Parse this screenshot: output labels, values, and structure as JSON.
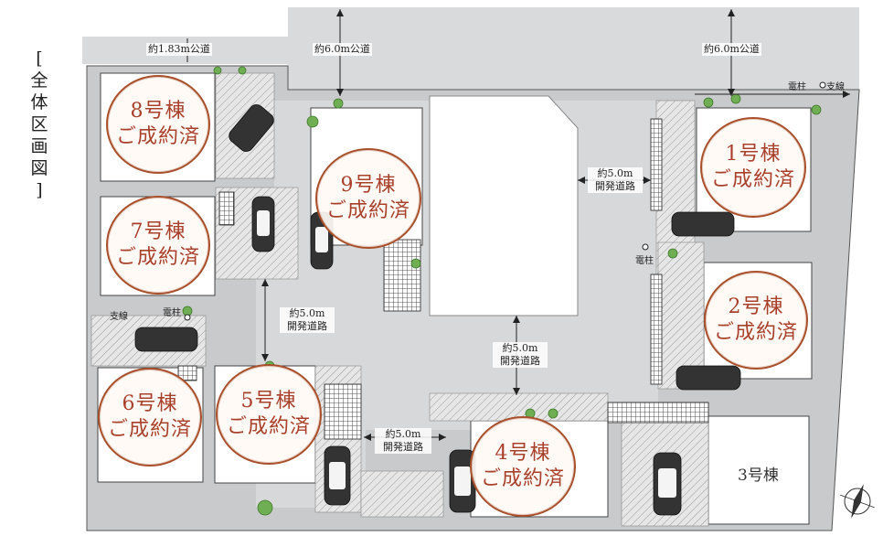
{
  "title_chars": [
    "[",
    "全",
    "体",
    "区",
    "画",
    "図",
    "]"
  ],
  "roads": {
    "top_left": "約1.83m公道",
    "top_center": "約6.0m公道",
    "top_right": "約6.0m公道",
    "right_dev_width": "約5.0m",
    "right_dev_name": "開発道路",
    "left_dev_width": "約5.0m",
    "left_dev_name": "開発道路",
    "center_dev_width": "約5.0m",
    "center_dev_name": "開発道路",
    "bottom_dev_width": "約5.0m",
    "bottom_dev_name": "開発道路"
  },
  "poles": {
    "top_right_pole": "電柱",
    "top_right_branch": "支線",
    "mid_right_pole": "電柱",
    "left_pole": "電柱",
    "left_branch": "支線"
  },
  "lots": [
    {
      "id": "8",
      "number": "8号棟",
      "status": "ご成約済"
    },
    {
      "id": "7",
      "number": "7号棟",
      "status": "ご成約済"
    },
    {
      "id": "9",
      "number": "9号棟",
      "status": "ご成約済"
    },
    {
      "id": "1",
      "number": "1号棟",
      "status": "ご成約済"
    },
    {
      "id": "2",
      "number": "2号棟",
      "status": "ご成約済"
    },
    {
      "id": "6",
      "number": "6号棟",
      "status": "ご成約済"
    },
    {
      "id": "5",
      "number": "5号棟",
      "status": "ご成約済"
    },
    {
      "id": "4",
      "number": "4号棟",
      "status": "ご成約済"
    }
  ],
  "lot3_label": "3号棟",
  "colors": {
    "stamp_red": "#a8412b",
    "road_gray": "#d9dadb",
    "lot_gray": "#c9cacb"
  }
}
